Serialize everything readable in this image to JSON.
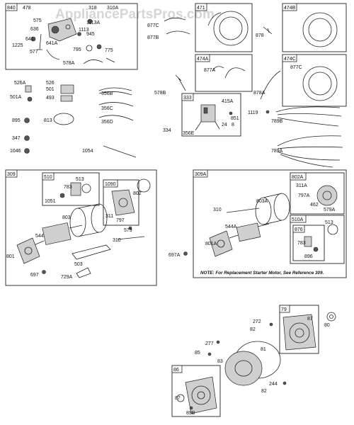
{
  "watermark": "AppliancePartsPros.com",
  "note": "NOTE: For Replacement Starter Motor, See Reference 309.",
  "groups": {
    "g840": "840",
    "g471": "471",
    "g474B": "474B",
    "g474A": "474A",
    "g474C": "474C",
    "g333": "333",
    "g309": "309",
    "g510": "510",
    "g1090": "1090",
    "g309A": "309A",
    "g802A": "802A",
    "g510A": "510A",
    "g876": "876",
    "g79": "79",
    "g86": "86"
  },
  "labels": {
    "p478": "478",
    "p318": "318",
    "p310A": "310A",
    "p575": "575",
    "p636": "636",
    "p1113A": "1113A",
    "p1113": "1113",
    "p641": "641",
    "p1225": "1225",
    "p641A": "641A",
    "p577": "577",
    "p795": "795",
    "p945": "945",
    "p775": "775",
    "p578A": "578A",
    "p877C": "877C",
    "p877B": "877B",
    "p878": "878",
    "p877A": "877A",
    "p578B": "578B",
    "p415A": "415A",
    "p851": "851",
    "p24": "24",
    "p8": "8",
    "p334": "334",
    "p356E": "356E",
    "p878A": "878A",
    "p1119": "1119",
    "p789B": "789B",
    "p789A": "789A",
    "p526A": "526A",
    "p526": "526",
    "p501": "501",
    "p501A": "501A",
    "p493": "493",
    "p356B": "356B",
    "p356C": "356C",
    "p356D": "356D",
    "p895": "895",
    "p813": "813",
    "p347": "347",
    "p1046": "1046",
    "p1054": "1054",
    "p513": "513",
    "p783": "783",
    "p1051": "1051",
    "p802": "802",
    "p803": "803",
    "p311": "311",
    "p797": "797",
    "p579": "579",
    "p544": "544",
    "p310": "310",
    "p503": "503",
    "p801": "801",
    "p697": "697",
    "p729A": "729A",
    "p697A": "697A",
    "p311A": "311A",
    "p797A": "797A",
    "p462": "462",
    "p579A": "579A",
    "p803A": "803A",
    "p544A": "544A",
    "p310b": "310",
    "p801A": "801A",
    "p513b": "513",
    "p783b": "783",
    "p896": "896",
    "p272": "272",
    "p82a": "82",
    "p87a": "87",
    "p80": "80",
    "p277": "277",
    "p85": "85",
    "p81": "81",
    "p83": "83",
    "p244": "244",
    "p82b": "82",
    "p87b": "87",
    "p89B": "89B"
  }
}
